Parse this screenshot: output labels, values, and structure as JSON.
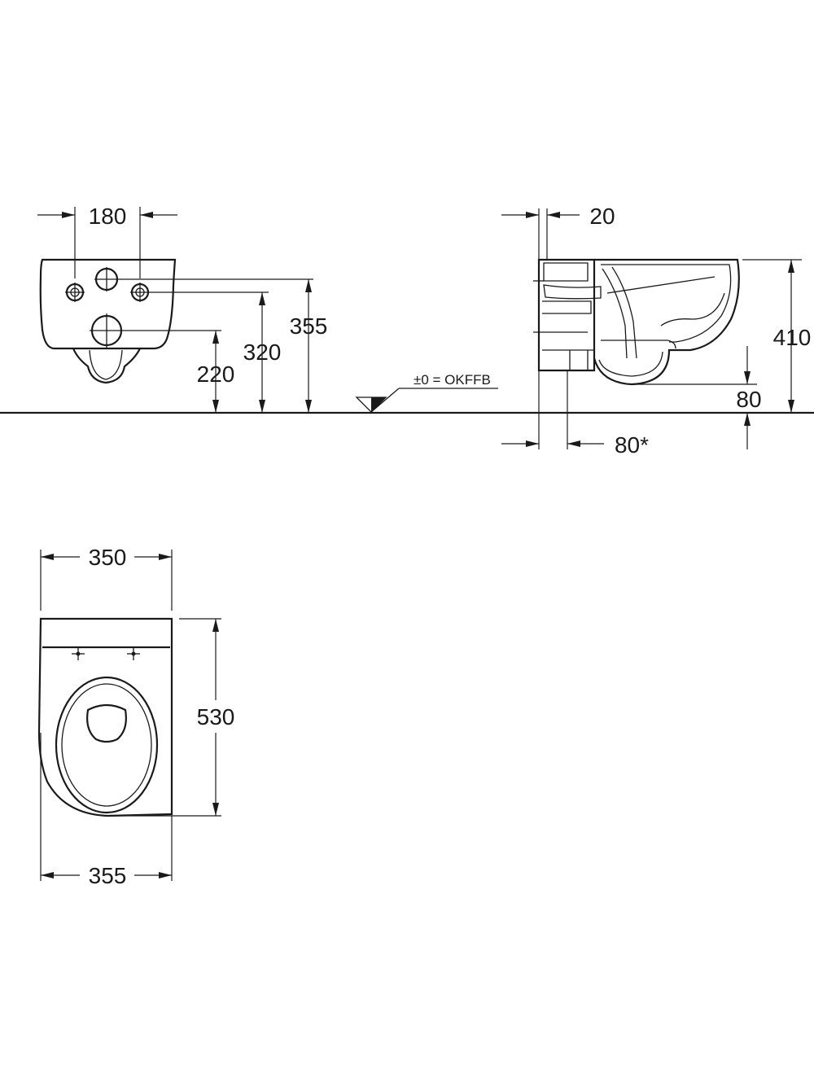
{
  "floor_note": "±0 = OKFFB",
  "front_view": {
    "hole_spacing": "180",
    "height_upper_holes": "320",
    "height_top_hole": "355",
    "height_outlet": "220"
  },
  "side_view": {
    "wall_gap": "20",
    "total_height": "410",
    "bottom_clearance": "80",
    "wall_offset": "80*"
  },
  "top_view": {
    "width_top": "350",
    "depth": "530",
    "width_bottom": "355"
  }
}
